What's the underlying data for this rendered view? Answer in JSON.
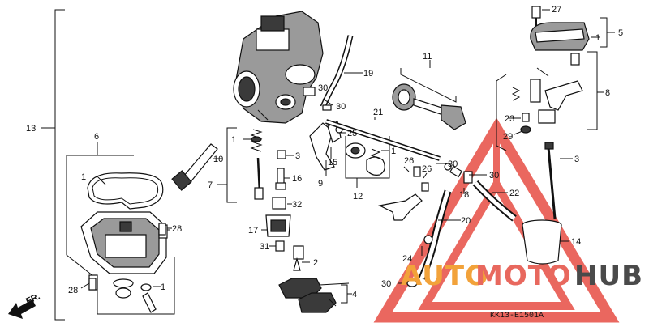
{
  "diagram": {
    "callouts": {
      "c1a": "1",
      "c1b": "1",
      "c1c": "1",
      "c1d": "1",
      "c1e": "1",
      "c2": "2",
      "c3a": "3",
      "c3b": "3",
      "c4": "4",
      "c5": "5",
      "c6": "6",
      "c7": "7",
      "c8": "8",
      "c9": "9",
      "c10": "10",
      "c11": "11",
      "c12": "12",
      "c13": "13",
      "c14": "14",
      "c15": "15",
      "c16": "16",
      "c17": "17",
      "c18": "18",
      "c19": "19",
      "c20": "20",
      "c21": "21",
      "c22": "22",
      "c23": "23",
      "c24": "24",
      "c25": "25",
      "c26": "26",
      "c27": "27",
      "c28a": "28",
      "c28b": "28",
      "c29": "29",
      "c30a": "30",
      "c30b": "30",
      "c30c": "30",
      "c30d": "30",
      "c30e": "30",
      "c31": "31",
      "c32": "32"
    },
    "front_label": "FR.",
    "figure_code": "KK13-E1501A"
  },
  "watermark": {
    "part1": "AUTO",
    "part2": "MOTO",
    "part3": "HUB",
    "color1": "#f2a23a",
    "color2": "#e8685e",
    "color3": "#4a4a4a",
    "triangle_color": "#e8574e"
  }
}
